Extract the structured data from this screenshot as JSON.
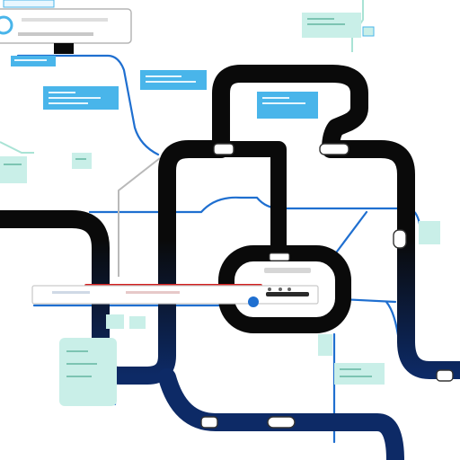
{
  "diagram": {
    "colors": {
      "track_black": "#0a0a0a",
      "track_navy": "#0d2a66",
      "line_blue": "#1f6fd0",
      "line_red": "#d21e1e",
      "label_blue": "#49b5ea",
      "label_mint": "#c9efe8",
      "line_gray": "#b9b9b9",
      "line_mint": "#a9e3d5"
    },
    "top_search_box": {
      "placeholder": "",
      "icon": "search-icon"
    },
    "center_panel": {
      "title": "",
      "value": ""
    },
    "label_boxes": [
      {
        "id": "label-top-center",
        "tone": "blue"
      },
      {
        "id": "label-top-left",
        "tone": "blue"
      },
      {
        "id": "label-upper-right",
        "tone": "blue"
      },
      {
        "id": "label-top-right",
        "tone": "mint"
      },
      {
        "id": "label-left-mid",
        "tone": "mint"
      },
      {
        "id": "label-left-small",
        "tone": "mint"
      },
      {
        "id": "label-bottom-left",
        "tone": "mint"
      },
      {
        "id": "label-bottom-right",
        "tone": "mint"
      },
      {
        "id": "label-right-mid",
        "tone": "mint"
      },
      {
        "id": "label-small-below-strip",
        "tone": "mint"
      }
    ],
    "pill_markers": [
      {
        "id": "pill-upper-left"
      },
      {
        "id": "pill-upper-right"
      },
      {
        "id": "pill-center-top"
      },
      {
        "id": "pill-right-edge"
      },
      {
        "id": "pill-mid-right"
      },
      {
        "id": "pill-bottom-left"
      },
      {
        "id": "pill-bottom-center"
      }
    ]
  }
}
